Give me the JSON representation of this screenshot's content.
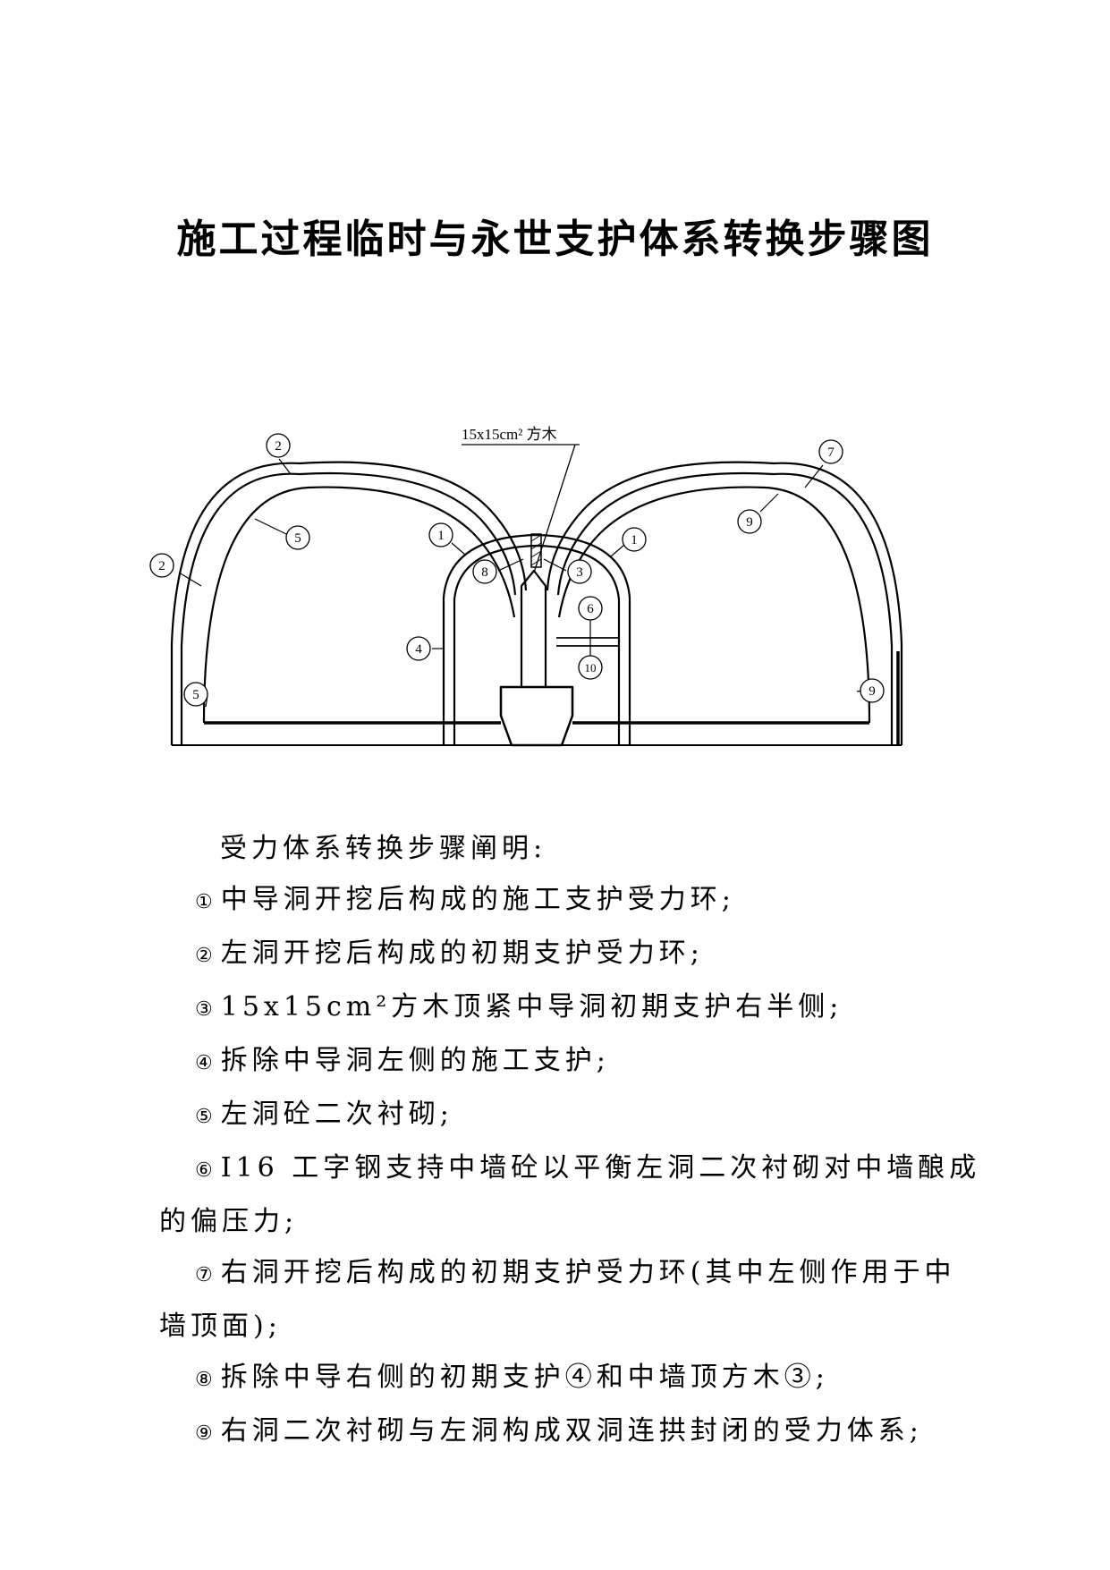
{
  "title": "施工过程临时与永世支护体系转换步骤图",
  "diagram": {
    "callout_text": "15x15cm² 方木",
    "markers": [
      {
        "id": "m2a",
        "label": "2"
      },
      {
        "id": "m2b",
        "label": "2"
      },
      {
        "id": "m5a",
        "label": "5"
      },
      {
        "id": "m5b",
        "label": "5"
      },
      {
        "id": "m1a",
        "label": "1"
      },
      {
        "id": "m1b",
        "label": "1"
      },
      {
        "id": "m8",
        "label": "8"
      },
      {
        "id": "m3",
        "label": "3"
      },
      {
        "id": "m4",
        "label": "4"
      },
      {
        "id": "m6",
        "label": "6"
      },
      {
        "id": "m10",
        "label": "10"
      },
      {
        "id": "m7",
        "label": "7"
      },
      {
        "id": "m9a",
        "label": "9"
      },
      {
        "id": "m9b",
        "label": "9"
      }
    ]
  },
  "explanation": {
    "heading": "受力体系转换步骤阐明:",
    "steps": [
      {
        "num": "①",
        "text": "中导洞开挖后构成的施工支护受力环;"
      },
      {
        "num": "②",
        "text": "左洞开挖后构成的初期支护受力环;"
      },
      {
        "num": "③",
        "text": "15x15cm²方木顶紧中导洞初期支护右半侧;"
      },
      {
        "num": "④",
        "text": "拆除中导洞左侧的施工支护;"
      },
      {
        "num": "⑤",
        "text": "左洞砼二次衬砌;"
      },
      {
        "num": "⑥",
        "text": "I16 工字钢支持中墙砼以平衡左洞二次衬砌对中墙酿成的偏压力;"
      },
      {
        "num": "⑦",
        "text": "右洞开挖后构成的初期支护受力环(其中左侧作用于中墙顶面);"
      },
      {
        "num": "⑧",
        "text": "拆除中导右侧的初期支护④和中墙顶方木③;"
      },
      {
        "num": "⑨",
        "text": "右洞二次衬砌与左洞构成双洞连拱封闭的受力体系;"
      }
    ]
  }
}
